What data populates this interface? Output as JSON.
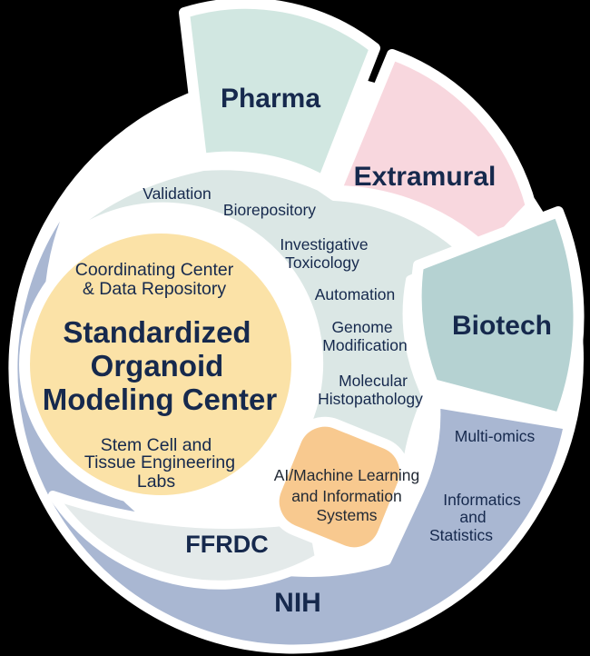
{
  "colors": {
    "background": "#000000",
    "border_white": "#ffffff",
    "navy_text": "#16294d",
    "diamond_text": "#232a35",
    "pharma": "#d1e7e1",
    "extramural": "#f8d7de",
    "biotech": "#b5d2d2",
    "nih_blue": "#a9b7d2",
    "ffrdc": "#e4eaea",
    "capability_ring": "#dbe7e5",
    "center_yellow": "#fbe2a7",
    "ai_orange": "#f8c98f"
  },
  "partners": {
    "pharma": "Pharma",
    "extramural": "Extramural",
    "biotech": "Biotech",
    "nih": "NIH",
    "ffrdc": "FFRDC",
    "multi_omics": "Multi-omics",
    "informatics": {
      "line1": "Informatics",
      "line2": "and",
      "line3": "Statistics"
    }
  },
  "capabilities": {
    "validation": "Validation",
    "biorepository": "Biorepository",
    "investigative": {
      "line1": "Investigative",
      "line2": "Toxicology"
    },
    "automation": "Automation",
    "genome": {
      "line1": "Genome",
      "line2": "Modification"
    },
    "molecular": {
      "line1": "Molecular",
      "line2": "Histopathology"
    }
  },
  "ai_diamond": {
    "line1": "AI/Machine Learning",
    "line2": "and Information",
    "line3": "Systems"
  },
  "center": {
    "top": {
      "line1": "Coordinating Center",
      "line2": "& Data Repository"
    },
    "title": {
      "line1": "Standardized",
      "line2": "Organoid",
      "line3": "Modeling Center"
    },
    "bottom": {
      "line1": "Stem Cell and",
      "line2": "Tissue Engineering",
      "line3": "Labs"
    }
  }
}
